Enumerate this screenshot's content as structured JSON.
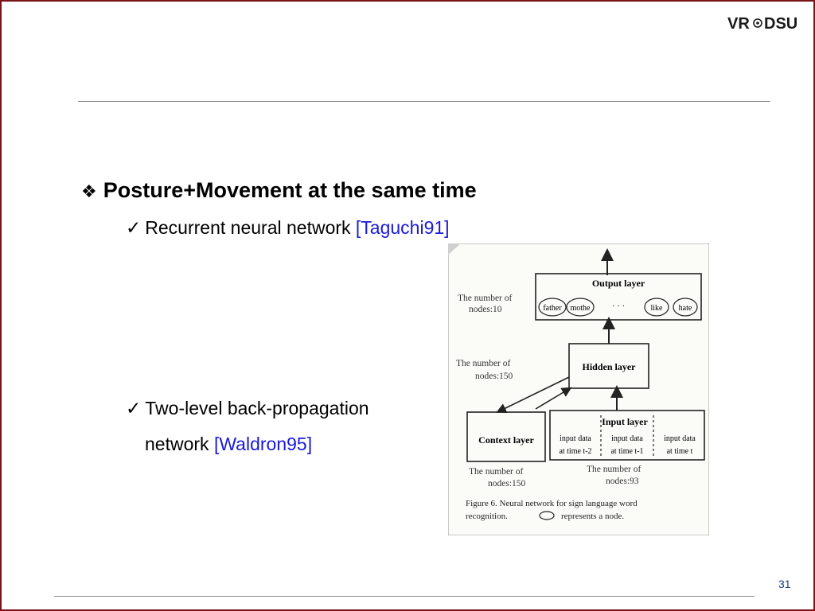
{
  "logo": {
    "text": "VR@DSU"
  },
  "slide": {
    "heading": "Posture+Movement at the same time",
    "items": [
      {
        "text": "Recurrent neural network ",
        "ref": "[Taguchi91]"
      },
      {
        "text_line1": "Two-level back-propagation",
        "text_line2": "network ",
        "ref": "[Waldron95]"
      }
    ],
    "page_number": "31"
  },
  "figure": {
    "output_layer": "Output layer",
    "output_nodes": [
      "father",
      "mothe",
      "like",
      "hate"
    ],
    "ellipsis": "·   ·   ·",
    "output_count_line1": "The number of",
    "output_count_line2": "nodes:10",
    "hidden_layer": "Hidden layer",
    "hidden_count_line1": "The number of",
    "hidden_count_line2": "nodes:150",
    "context_layer": "Context layer",
    "input_layer": "Input    layer",
    "input_cells": [
      {
        "line1": "input data",
        "line2": "at time t-2"
      },
      {
        "line1": "input data",
        "line2": "at time t-1"
      },
      {
        "line1": "input data",
        "line2": "at time  t"
      }
    ],
    "context_count_line1": "The number of",
    "context_count_line2": "nodes:150",
    "input_count_line1": "The number of",
    "input_count_line2": "nodes:93",
    "caption_line1": "Figure 6.    Neural network for sign language word",
    "caption_line2": "recognition.",
    "caption_line2b": "represents a node."
  }
}
